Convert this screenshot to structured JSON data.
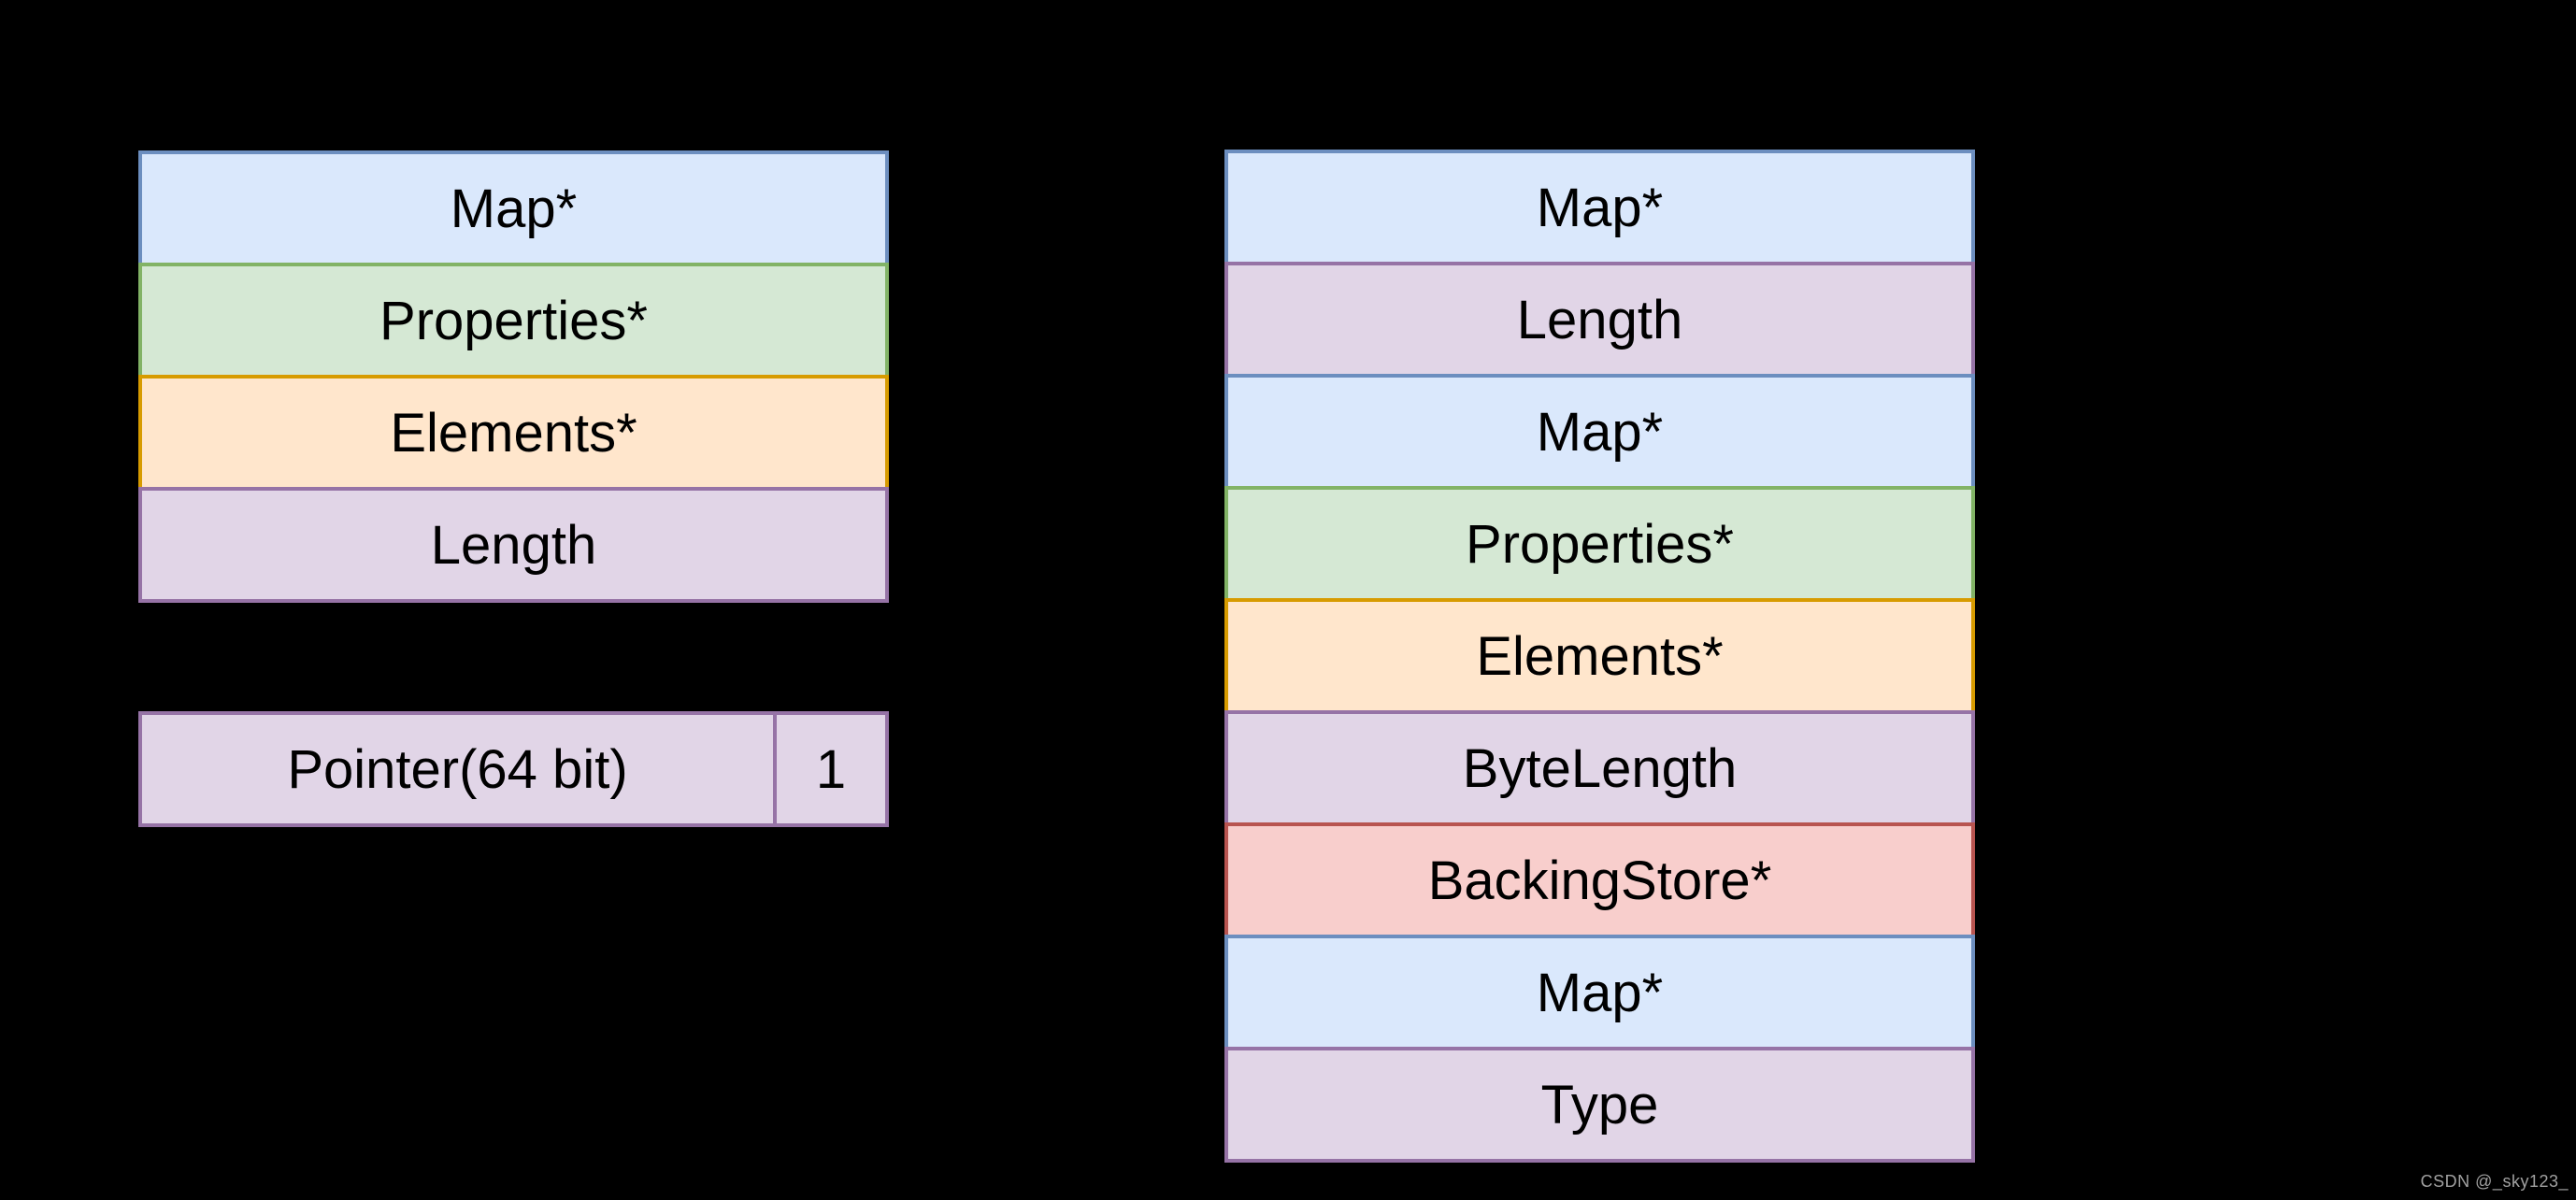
{
  "canvas": {
    "background": "#000000",
    "text_color": "#000000"
  },
  "palette": {
    "blue": {
      "fill": "#dae8fc",
      "stroke": "#6c8ebf"
    },
    "green": {
      "fill": "#d5e8d4",
      "stroke": "#82b366"
    },
    "orange": {
      "fill": "#ffe6cc",
      "stroke": "#d79b00"
    },
    "purple": {
      "fill": "#e1d5e7",
      "stroke": "#9673a6"
    },
    "red": {
      "fill": "#f8cecc",
      "stroke": "#b85450"
    }
  },
  "left_table": {
    "rows": [
      {
        "label": "Map*",
        "color": "blue"
      },
      {
        "label": "Properties*",
        "color": "green"
      },
      {
        "label": "Elements*",
        "color": "orange"
      },
      {
        "label": "Length",
        "color": "purple"
      }
    ]
  },
  "pointer_row": {
    "cells": [
      {
        "label": "Pointer(64 bit)",
        "color": "purple"
      },
      {
        "label": "1",
        "color": "purple"
      }
    ]
  },
  "right_table": {
    "rows": [
      {
        "label": "Map*",
        "color": "blue"
      },
      {
        "label": "Length",
        "color": "purple"
      },
      {
        "label": "Map*",
        "color": "blue"
      },
      {
        "label": "Properties*",
        "color": "green"
      },
      {
        "label": "Elements*",
        "color": "orange"
      },
      {
        "label": "ByteLength",
        "color": "purple"
      },
      {
        "label": "BackingStore*",
        "color": "red"
      },
      {
        "label": "Map*",
        "color": "blue"
      },
      {
        "label": "Type",
        "color": "purple"
      }
    ]
  },
  "watermark": {
    "text": "CSDN @_sky123_",
    "color": "#a0a0a0"
  }
}
